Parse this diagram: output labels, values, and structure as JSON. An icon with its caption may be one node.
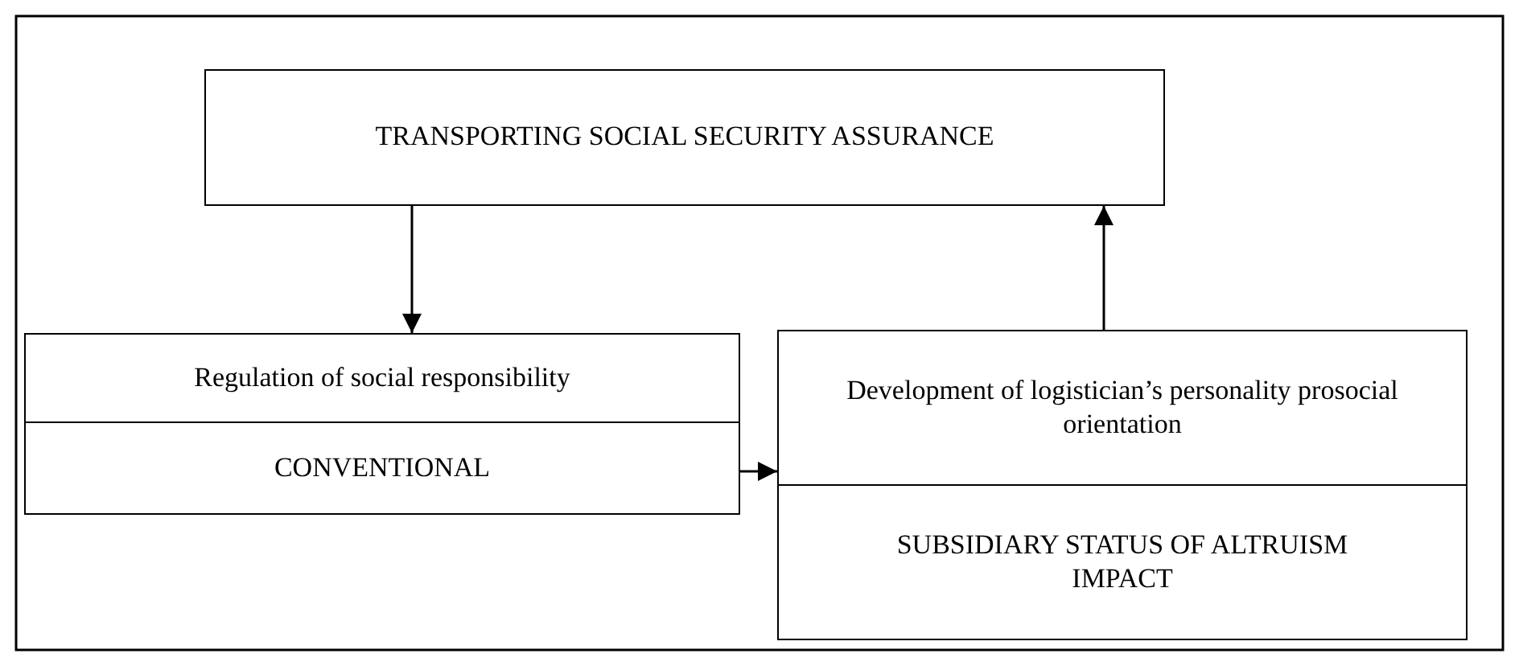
{
  "diagram": {
    "nodes": [
      {
        "text": [
          "TRANSPORTING SOCIAL SECURITY ASSURANCE"
        ]
      },
      {
        "text": [
          "Regulation of social responsibility",
          "CONVENTIONAL"
        ]
      },
      {
        "text": [
          "Development of logistician’s personality prosocial orientation",
          "SUBSIDIARY STATUS OF ALTRUISM IMPACT"
        ]
      }
    ],
    "edges": [
      {
        "from": 0,
        "to": 1,
        "arrow": "to"
      },
      {
        "from": 1,
        "to": 2,
        "arrow": "to"
      },
      {
        "from": 2,
        "to": 0,
        "arrow": "to"
      }
    ]
  }
}
